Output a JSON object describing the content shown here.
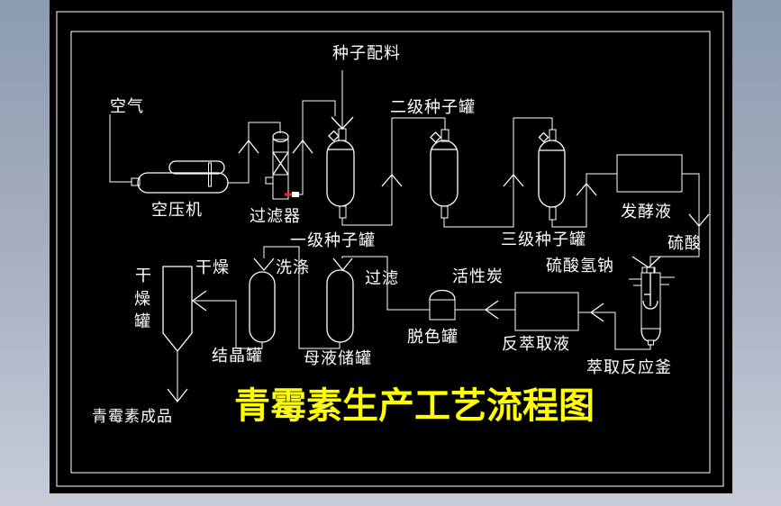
{
  "drawing": {
    "title": "青霉素生产工艺流程图",
    "streams": {
      "air": "空气",
      "seed_feed": "种子配料",
      "filtration": "过滤",
      "washing": "洗涤",
      "drying": "干燥",
      "activated_carbon": "活性炭",
      "sulfuric_acid": "硫酸",
      "sodium_bisulfate": "硫酸氢钠",
      "fermentation_broth": "发酵液",
      "back_extract_liquid": "反萃取液",
      "product": "青霉素成品"
    },
    "equipment": {
      "compressor": "空压机",
      "air_filter": "过滤器",
      "seed_tank_1": "一级种子罐",
      "seed_tank_2": "二级种子罐",
      "seed_tank_3": "三级种子罐",
      "extraction_reactor": "萃取反应釜",
      "decolor_tank": "脱色罐",
      "mother_liquor_tank": "母液储罐",
      "crystallizer": "结晶罐",
      "dryer_vertical": [
        "干",
        "燥",
        "罐"
      ]
    },
    "colors": {
      "line": "#ffffff",
      "background": "#000000",
      "title": "#ffff00",
      "red_mark": "#ff2020",
      "margin_top": "#8d9bb0",
      "margin_bottom": "#c8ccd8"
    }
  }
}
